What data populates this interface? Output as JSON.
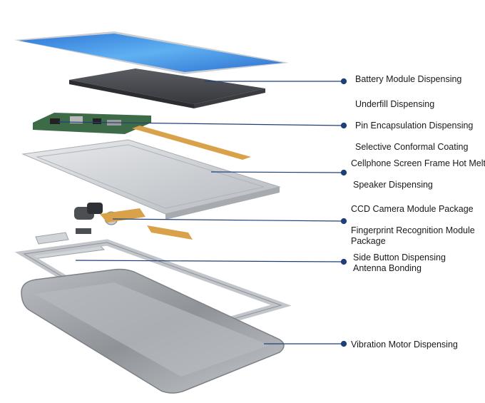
{
  "labels": {
    "battery_module": "Battery Module Dispensing",
    "underfill": "Underfill Dispensing",
    "pin_encapsulation": "Pin Encapsulation Dispensing",
    "conformal_coating": "Selective Conformal Coating",
    "screen_frame": "Cellphone Screen Frame Hot Melt",
    "speaker": "Speaker Dispensing",
    "ccd_camera": "CCD Camera Module Package",
    "fingerprint_line1": "Fingerprint Recognition Module",
    "fingerprint_line2": "Package",
    "side_button": "Side Button Dispensing",
    "antenna": "Antenna Bonding",
    "vibration_motor": "Vibration Motor Dispensing"
  },
  "colors": {
    "leader": "#1f3f7a",
    "screen": "#3e8fe6",
    "battery": "#4a4d52",
    "pcb": "#3d6b48",
    "frame": "#d6d9dc",
    "flex": "#d9a24a"
  }
}
